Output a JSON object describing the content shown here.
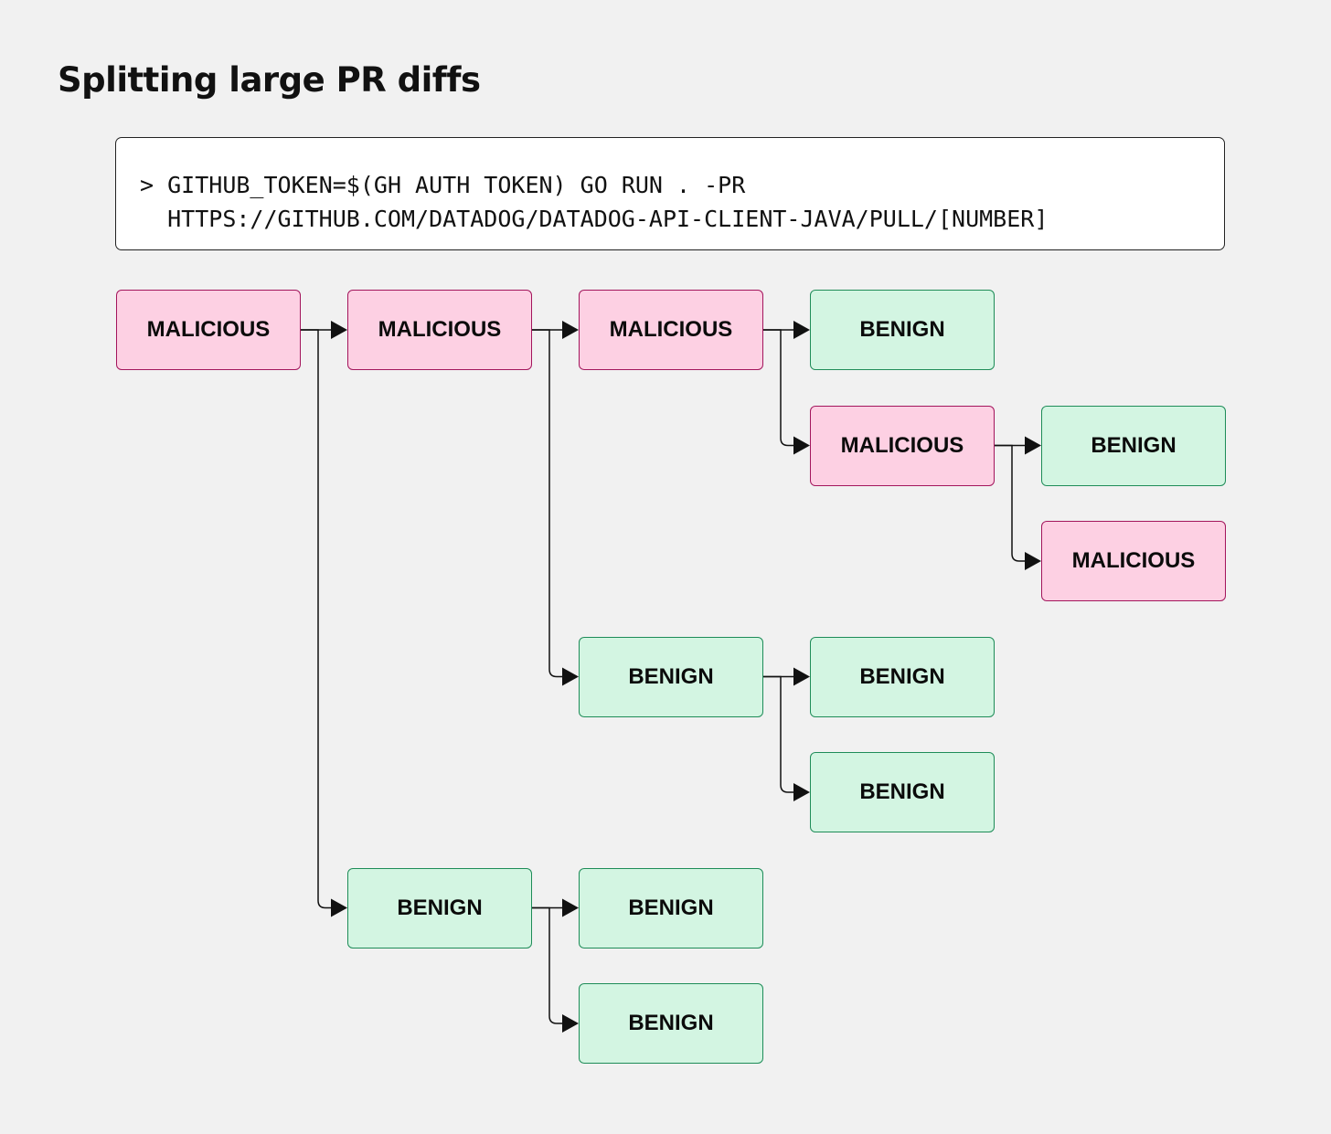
{
  "title": "Splitting large PR diffs",
  "command": {
    "prompt": ">",
    "line1": "GITHUB_TOKEN=$(GH AUTH TOKEN) GO RUN . -PR",
    "line2": "HTTPS://GITHUB.COM/DATADOG/DATADOG-API-CLIENT-JAVA/PULL/[NUMBER]"
  },
  "colors": {
    "malicious_fill": "#fdd0e3",
    "malicious_border": "#a3155c",
    "benign_fill": "#d3f5e2",
    "benign_border": "#1e8c58",
    "background": "#f1f1f1"
  },
  "nodes": [
    {
      "label": "MALICIOUS",
      "type": "malicious",
      "children": [
        1,
        10
      ]
    },
    {
      "label": "MALICIOUS",
      "type": "malicious",
      "children": [
        2,
        7
      ]
    },
    {
      "label": "MALICIOUS",
      "type": "malicious",
      "children": [
        3,
        4
      ]
    },
    {
      "label": "BENIGN",
      "type": "benign",
      "children": []
    },
    {
      "label": "MALICIOUS",
      "type": "malicious",
      "children": [
        5,
        6
      ]
    },
    {
      "label": "BENIGN",
      "type": "benign",
      "children": []
    },
    {
      "label": "MALICIOUS",
      "type": "malicious",
      "children": []
    },
    {
      "label": "BENIGN",
      "type": "benign",
      "children": [
        8,
        9
      ]
    },
    {
      "label": "BENIGN",
      "type": "benign",
      "children": []
    },
    {
      "label": "BENIGN",
      "type": "benign",
      "children": []
    },
    {
      "label": "BENIGN",
      "type": "benign",
      "children": [
        11,
        12
      ]
    },
    {
      "label": "BENIGN",
      "type": "benign",
      "children": []
    },
    {
      "label": "BENIGN",
      "type": "benign",
      "children": []
    }
  ]
}
